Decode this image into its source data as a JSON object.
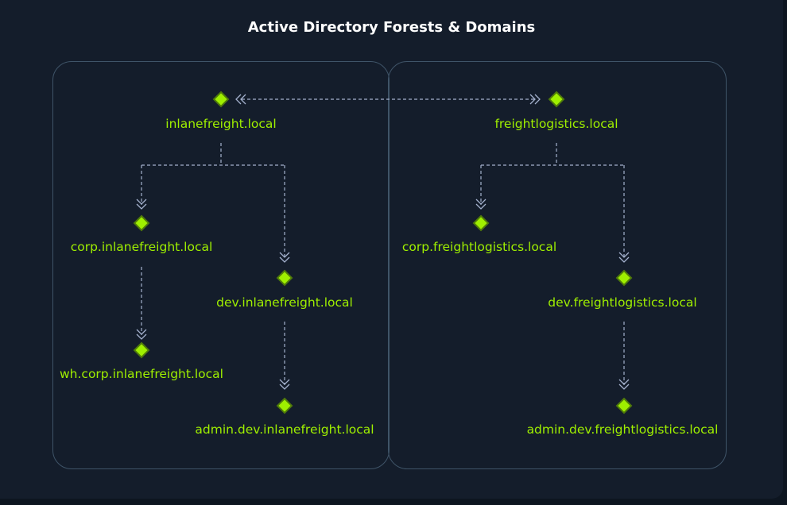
{
  "title": "Active Directory Forests & Domains",
  "colors": {
    "background": "#141d2b",
    "accent": "#9fef00",
    "connector": "#a4b1cd",
    "text": "#ffffff"
  },
  "forests": [
    {
      "root": "inlanefreight.local",
      "children": [
        "corp.inlanefreight.local",
        "dev.inlanefreight.local"
      ],
      "grandchildren": [
        "wh.corp.inlanefreight.local",
        "admin.dev.inlanefreight.local"
      ]
    },
    {
      "root": "freightlogistics.local",
      "children": [
        "corp.freightlogistics.local",
        "dev.freightlogistics.local"
      ],
      "grandchildren": [
        "admin.dev.freightlogistics.local"
      ]
    }
  ],
  "trust": {
    "type": "bidirectional",
    "between": [
      "inlanefreight.local",
      "freightlogistics.local"
    ]
  },
  "icons": {
    "domain": "diamond-icon",
    "arrow": "double-chevron-icon"
  }
}
